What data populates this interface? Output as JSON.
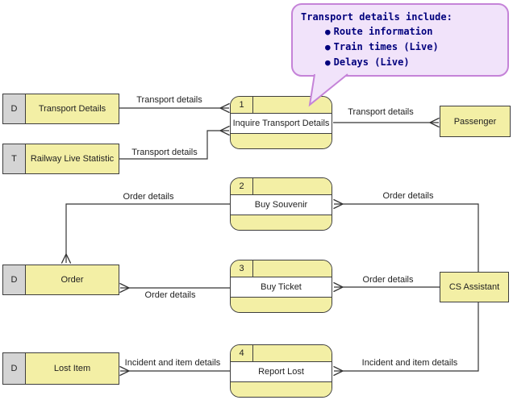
{
  "colors": {
    "node-fill": "#F3EFA5",
    "node-border": "#3E3E3E",
    "key-cell-fill": "#D4D4D4",
    "process-body-fill": "#FFFFFF",
    "callout-fill": "#F1E3FA",
    "callout-border": "#C583D8",
    "callout-text": "#00007D",
    "flow-line": "#353535",
    "label-text": "#222222"
  },
  "callout": {
    "title": "Transport details include:",
    "bullet_glyph": "●",
    "bullets": [
      "Route information",
      "Train times (Live)",
      "Delays (Live)"
    ]
  },
  "data_stores": [
    {
      "key": "D",
      "label": "Transport Details"
    },
    {
      "key": "T",
      "label": "Railway Live Statistic"
    },
    {
      "key": "D",
      "label": "Order"
    },
    {
      "key": "D",
      "label": "Lost Item"
    }
  ],
  "processes": [
    {
      "number": "1",
      "label": "Inquire Transport Details"
    },
    {
      "number": "2",
      "label": "Buy Souvenir"
    },
    {
      "number": "3",
      "label": "Buy Ticket"
    },
    {
      "number": "4",
      "label": "Report Lost"
    }
  ],
  "external_entities": [
    {
      "label": "Passenger"
    },
    {
      "label": "CS Assistant"
    }
  ],
  "flows": [
    {
      "label": "Transport details",
      "from": "Transport Details",
      "to": "Inquire Transport Details"
    },
    {
      "label": "Transport details",
      "from": "Railway Live Statistic",
      "to": "Inquire Transport Details"
    },
    {
      "label": "Transport details",
      "from": "Inquire Transport Details",
      "to": "Passenger"
    },
    {
      "label": "Order details",
      "from": "CS Assistant",
      "to": "Buy Souvenir"
    },
    {
      "label": "Order details",
      "from": "Buy Souvenir",
      "to": "Order"
    },
    {
      "label": "Order details",
      "from": "CS Assistant",
      "to": "Buy Ticket"
    },
    {
      "label": "Order details",
      "from": "Buy Ticket",
      "to": "Order"
    },
    {
      "label": "Incident and item details",
      "from": "CS Assistant",
      "to": "Report Lost"
    },
    {
      "label": "Incident and item details",
      "from": "Report Lost",
      "to": "Lost Item"
    }
  ]
}
